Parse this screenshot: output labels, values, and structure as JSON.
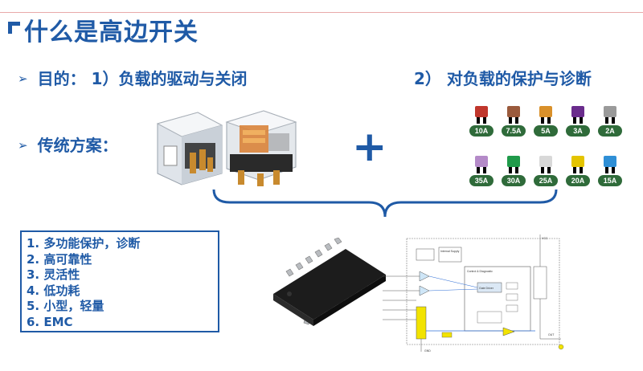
{
  "title": "什么是高边开关",
  "bullets": {
    "goal_prefix": "目的：",
    "goal1": "1）负载的驱动与关闭",
    "goal2": "2） 对负载的保护与诊断",
    "traditional": "传统方案："
  },
  "plus_symbol": "+",
  "fuses": [
    {
      "label": "10A",
      "color": "#c0362c"
    },
    {
      "label": "7.5A",
      "color": "#9a5a3c"
    },
    {
      "label": "5A",
      "color": "#d9902a"
    },
    {
      "label": "3A",
      "color": "#6a2c8c"
    },
    {
      "label": "2A",
      "color": "#9a9a9a"
    },
    {
      "label": "35A",
      "color": "#b48ac8"
    },
    {
      "label": "30A",
      "color": "#1f9a4a"
    },
    {
      "label": "25A",
      "color": "#d8d8d8"
    },
    {
      "label": "20A",
      "color": "#e4c400"
    },
    {
      "label": "15A",
      "color": "#2f8fd6"
    }
  ],
  "features": [
    "1.  多功能保护，诊断",
    "2.  高可靠性",
    "3.  灵活性",
    "4.  低功耗",
    "5.  小型，轻量",
    "6.  EMC"
  ],
  "schematic": {
    "block_control": "Control & Diagnostic",
    "block_gate": "Gate Driver",
    "block_internal": "Internal Supply",
    "pin_out": "OUT",
    "pin_vcc": "VCC",
    "pin_gnd": "GND"
  },
  "colors": {
    "brand_blue": "#1f5aa6",
    "rule_red": "#e8a9a9",
    "fuse_tag_green": "#2f6b3a"
  }
}
